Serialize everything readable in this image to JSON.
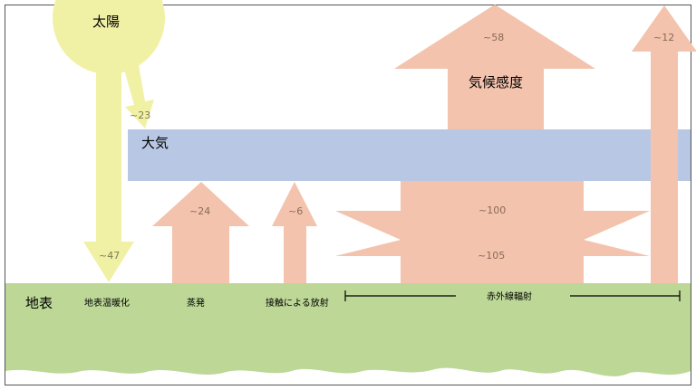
{
  "sun": {
    "label": "太陽",
    "color": "#f1f1a6"
  },
  "atmosphere": {
    "label": "大気",
    "color": "#b8c8e4"
  },
  "surface": {
    "label": "地表",
    "color": "#bcd796"
  },
  "arrow_color": "#f3c3ad",
  "flows": {
    "sun_to_atmosphere": "~23",
    "sun_to_surface": "~47",
    "evaporation_heat": "~24",
    "contact_radiation": "~6",
    "atm_to_space": "~58",
    "surface_to_atm_ir": "~100",
    "atm_to_surface_ir": "~105",
    "window_ir": "~12"
  },
  "labels": {
    "climate_sensitivity": "気候感度",
    "greenhouse": "地表温暖化",
    "evaporation": "蒸発",
    "contact": "接触による放射",
    "infrared": "赤外線輻射"
  }
}
